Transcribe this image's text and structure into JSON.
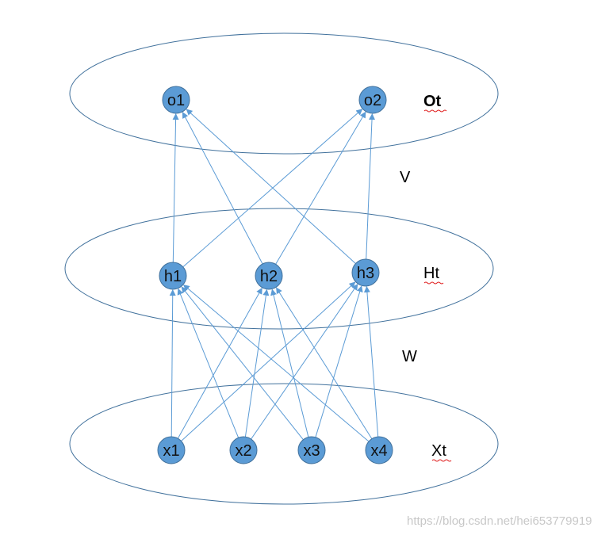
{
  "layers": {
    "output": {
      "label": "Ot",
      "nodes": [
        "o1",
        "o2"
      ]
    },
    "hidden": {
      "label": "Ht",
      "nodes": [
        "h1",
        "h2",
        "h3"
      ]
    },
    "input": {
      "label": "Xt",
      "nodes": [
        "x1",
        "x2",
        "x3",
        "x4"
      ]
    }
  },
  "weights": {
    "hidden_to_output": "V",
    "input_to_hidden": "W"
  },
  "connections": {
    "input_to_hidden": "all-to-all",
    "hidden_to_output": "all-to-all"
  },
  "watermark": "https://blog.csdn.net/hei653779919",
  "colors": {
    "node_fill": "#5b9bd5",
    "node_stroke": "#41719c",
    "edge": "#5b9bd5",
    "ellipse": "#41719c",
    "spell_underline": "#e02020"
  }
}
